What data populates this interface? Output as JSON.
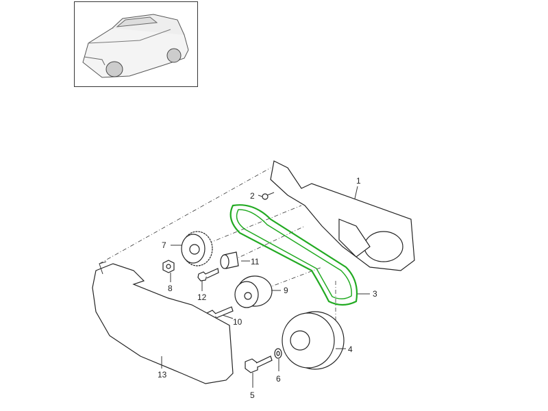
{
  "title": "Timing belt parts diagram",
  "vehicle_thumbnail": "suv-vehicle-illustration",
  "highlight_color": "#22aa22",
  "callouts": [
    "1",
    "2",
    "3",
    "4",
    "5",
    "6",
    "7",
    "8",
    "9",
    "10",
    "11",
    "12",
    "13"
  ],
  "highlighted_part": "3"
}
